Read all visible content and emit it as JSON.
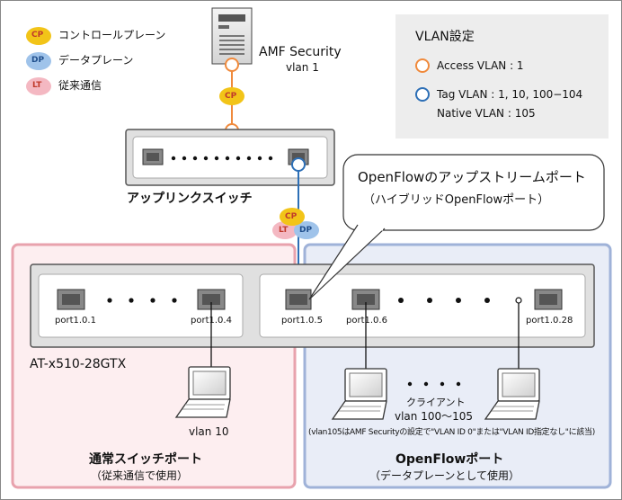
{
  "legend": {
    "items": [
      {
        "badge": "CP",
        "label": "コントロールプレーン",
        "color": "#f2c418"
      },
      {
        "badge": "DP",
        "label": "データプレーン",
        "color": "#9fc3ea"
      },
      {
        "badge": "LT",
        "label": "従来通信",
        "color": "#f4b8c2"
      }
    ]
  },
  "vlan_box": {
    "title": "VLAN設定",
    "access": "Access VLAN : 1",
    "tag": "Tag VLAN : 1, 10, 100−104",
    "native": "Native VLAN : 105",
    "access_color": "#f08a3c",
    "tag_color": "#2d6fb6"
  },
  "server": {
    "name": "AMF Security",
    "vlan": "vlan 1"
  },
  "uplink_switch": {
    "label": "アップリンクスイッチ"
  },
  "link_badges": {
    "cp": "CP",
    "lt": "LT",
    "dp": "DP",
    "cp2": "CP"
  },
  "callout": {
    "title": "OpenFlowのアップストリームポート",
    "subtitle": "（ハイブリッドOpenFlowポート）"
  },
  "main_switch": {
    "model": "AT-x510-28GTX",
    "ports": {
      "p1": "port1.0.1",
      "p4": "port1.0.4",
      "p5": "port1.0.5",
      "p6": "port1.0.6",
      "p28": "port1.0.28"
    }
  },
  "normal_zone": {
    "title": "通常スイッチポート",
    "subtitle": "（従来通信で使用）",
    "laptop_vlan": "vlan 10",
    "color": "#e8a2ad"
  },
  "openflow_zone": {
    "title": "OpenFlowポート",
    "subtitle": "（データプレーンとして使用）",
    "client_label": "クライアント",
    "client_vlan": "vlan 100〜105",
    "note": "(vlan105はAMF Securityの設定で\"VLAN ID 0\"または\"VLAN ID指定なし\"に該当)",
    "color": "#9fb2d8"
  }
}
